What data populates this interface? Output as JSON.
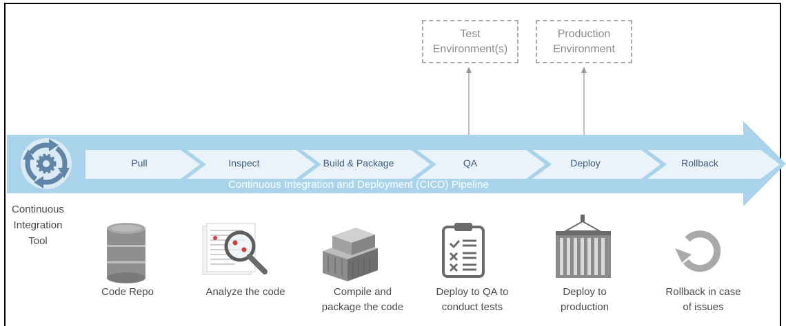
{
  "colors": {
    "arrow": "#a9d3ea",
    "chevron": "#e9f3f9",
    "chevron_text": "#3d5a7a",
    "gear": "#5f86a8",
    "env_border": "#a8a8a8",
    "env_text": "#8a8a8a",
    "body_text": "#4a4a4a"
  },
  "environments": [
    {
      "line1": "Test",
      "line2": "Environment(s)"
    },
    {
      "line1": "Production",
      "line2": "Environment"
    }
  ],
  "pipeline": {
    "label": "Continuous Integration and Deployment (CICD) Pipeline",
    "stages": [
      "Pull",
      "Inspect",
      "Build & Package",
      "QA",
      "Deploy",
      "Rollback"
    ]
  },
  "tool": {
    "label": "Continuous Integration Tool",
    "icon": "cycle-gear-icon"
  },
  "steps": [
    {
      "icon": "database-icon",
      "line1": "Code Repo",
      "line2": ""
    },
    {
      "icon": "code-inspection-icon",
      "line1": "Analyze the code",
      "line2": ""
    },
    {
      "icon": "containers-icon",
      "line1": "Compile and",
      "line2": "package the code"
    },
    {
      "icon": "checklist-clipboard-icon",
      "line1": "Deploy to QA to",
      "line2": "conduct tests"
    },
    {
      "icon": "shipping-container-icon",
      "line1": "Deploy to",
      "line2": "production"
    },
    {
      "icon": "rollback-arrow-icon",
      "line1": "Rollback in case",
      "line2": "of issues"
    }
  ]
}
